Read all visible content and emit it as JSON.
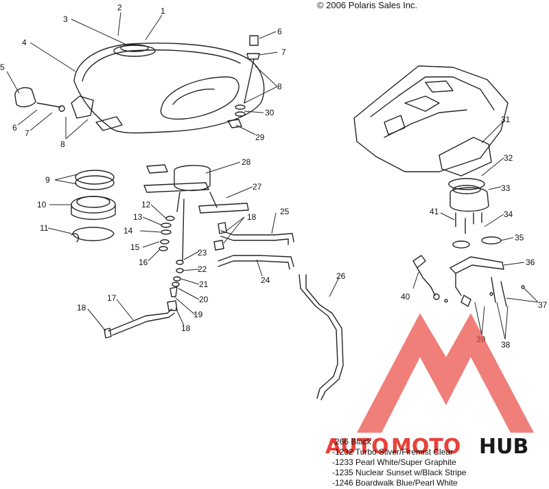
{
  "copyright": "© 2006 Polaris Sales Inc.",
  "callouts": [
    "1",
    "2",
    "3",
    "4",
    "5",
    "6",
    "7",
    "8",
    "6",
    "7",
    "8",
    "30",
    "29",
    "9",
    "10",
    "11",
    "28",
    "27",
    "12",
    "13",
    "14",
    "15",
    "16",
    "18",
    "25",
    "23",
    "22",
    "21",
    "20",
    "19",
    "24",
    "26",
    "17",
    "18",
    "18",
    "31",
    "32",
    "33",
    "41",
    "34",
    "35",
    "36",
    "40",
    "37",
    "39",
    "38"
  ],
  "legend": [
    "-266   Black",
    "-1232 Turbo Silver/Firemist Clear",
    "-1233 Pearl White/Super Graphite",
    "-1235 Nuclear Sunset w/Black Stripe",
    "-1246 Boardwalk Blue/Pearl White"
  ],
  "watermark": {
    "text_a": "AUTO",
    "text_b": "MOTO",
    "text_c": "HUB",
    "color": "#e8423b",
    "color_dark": "#1a1a1a"
  }
}
